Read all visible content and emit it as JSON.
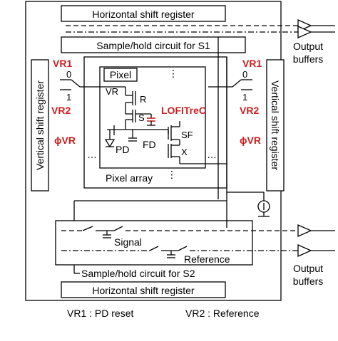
{
  "labels": {
    "horizontal_shift_register_top": "Horizontal shift register",
    "sample_hold_s1": "Sample/hold circuit for S1",
    "output_buffers_top_line1": "Output",
    "output_buffers_top_line2": "buffers",
    "vr1_left": "VR1",
    "vr2_left": "VR2",
    "phi_vr_left": "ϕVR",
    "vr1_right": "VR1",
    "vr2_right": "VR2",
    "phi_vr_right": "ϕVR",
    "switch_0_left": "0",
    "switch_1_left": "1",
    "switch_0_right": "0",
    "switch_1_right": "1",
    "vertical_shift_register_left": "Vertical shift register",
    "vertical_shift_register_right": "Vertical shift register",
    "pixel": "Pixel",
    "vr_node": "VR",
    "r_transistor": "R",
    "s_node": "S",
    "lofitrec": "LOFITreC",
    "sf_transistor": "SF",
    "pd": "PD",
    "fd": "FD",
    "x_transistor": "X",
    "pixel_array": "Pixel array",
    "dots_vertical": "⋮",
    "dots_horizontal": "…",
    "signal": "Signal",
    "reference": "Reference",
    "sample_hold_s2": "Sample/hold circuit for S2",
    "output_buffers_bottom_line1": "Output",
    "output_buffers_bottom_line2": "buffers",
    "horizontal_shift_register_bottom": "Horizontal shift register",
    "legend_vr1": "VR1 : PD reset",
    "legend_vr2": "VR2 : Reference"
  },
  "colors": {
    "accent_red": "#cc1f1f",
    "line": "#000000"
  }
}
